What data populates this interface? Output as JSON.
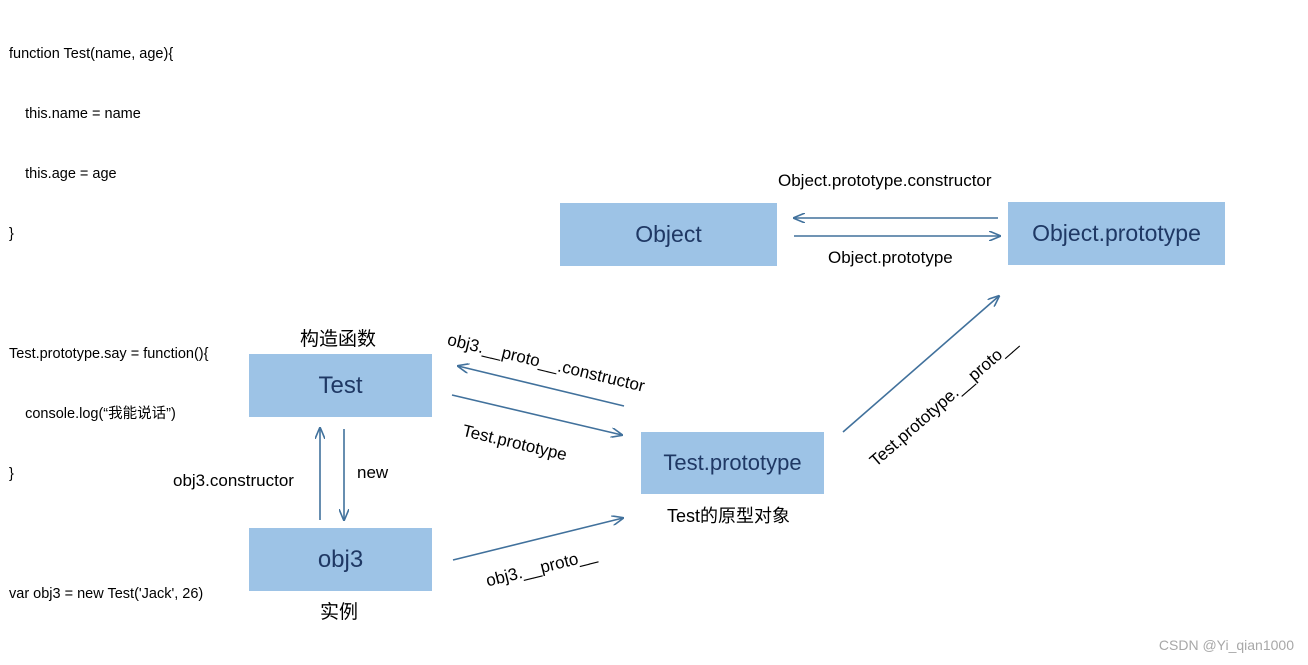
{
  "code": [
    "function Test(name, age){",
    "    this.name = name",
    "    this.age = age",
    "}",
    "",
    "Test.prototype.say = function(){",
    "    console.log(“我能说话”)",
    "}",
    "",
    "var obj3 = new Test('Jack', 26)"
  ],
  "nodes": {
    "object": "Object",
    "object_prototype": "Object.prototype",
    "test": "Test",
    "test_prototype": "Test.prototype",
    "obj3": "obj3"
  },
  "captions": {
    "constructor_fn": "构造函数",
    "prototype_obj": "Test的原型对象",
    "instance": "实例"
  },
  "edges": {
    "object_proto_constructor": "Object.prototype.constructor",
    "object_prototype": "Object.prototype",
    "obj3_proto_constructor": "obj3.__proto__.constructor",
    "test_prototype": "Test.prototype",
    "test_prototype_proto": "Test.prototype.__proto__",
    "obj3_constructor": "obj3.constructor",
    "new": "new",
    "obj3_proto": "obj3.__proto__"
  },
  "colors": {
    "box_fill": "#9dc3e6",
    "box_text": "#1f3864",
    "arrow": "#41719c"
  },
  "watermark": "CSDN @Yi_qian1000"
}
